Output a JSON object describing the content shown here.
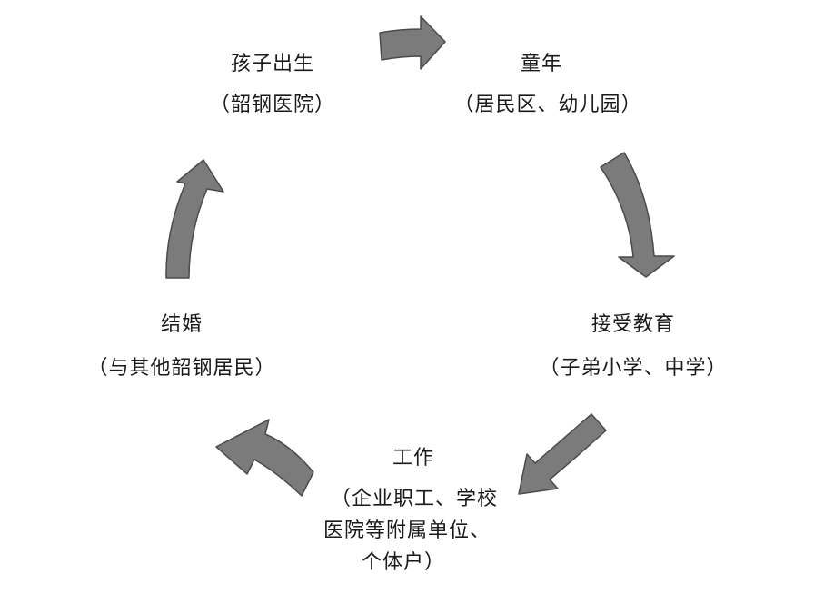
{
  "nodes": {
    "birth": {
      "title": "孩子出生",
      "detail": "（韶钢医院）"
    },
    "childhood": {
      "title": "童年",
      "detail": "（居民区、幼儿园）"
    },
    "education": {
      "title": "接受教育",
      "detail": "（子弟小学、中学）"
    },
    "work": {
      "title": "工作",
      "detail_lines": [
        "（企业职工、学校",
        "医院等附属单位、",
        "个体户）"
      ]
    },
    "marriage": {
      "title": "结婚",
      "detail": "（与其他韶钢居民）"
    }
  },
  "colors": {
    "background": "#ffffff",
    "text": "#1a1a1a",
    "arrow_fill": "#7b7b7b",
    "arrow_stroke": "#4a4a4a"
  }
}
